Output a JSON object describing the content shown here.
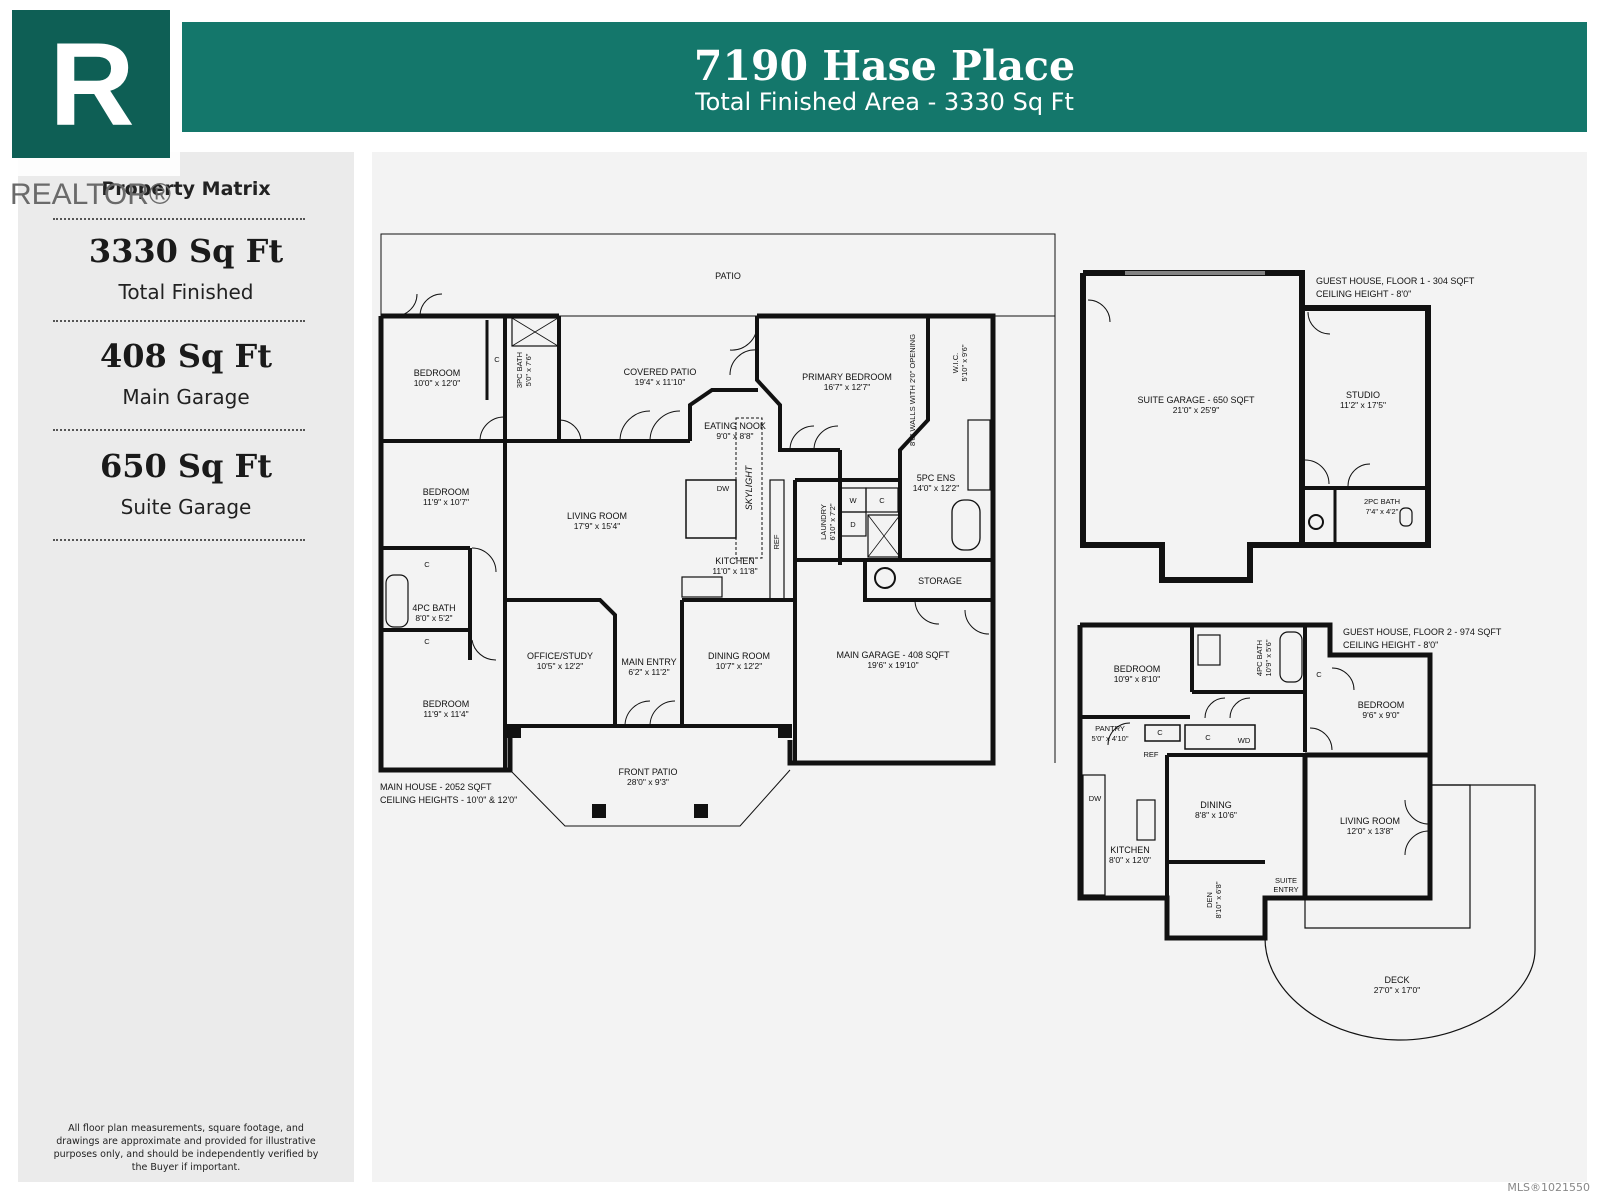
{
  "header": {
    "title": "7190 Hase Place",
    "subtitle": "Total Finished Area - 3330 Sq Ft"
  },
  "logo": {
    "text": "REALTOR®",
    "mark": "R"
  },
  "sidebar": {
    "title": "Property Matrix",
    "stats": [
      {
        "value": "3330 Sq Ft",
        "label": "Total Finished"
      },
      {
        "value": "408 Sq Ft",
        "label": "Main Garage"
      },
      {
        "value": "650 Sq Ft",
        "label": "Suite Garage"
      }
    ],
    "disclaimer": "All floor plan measurements, square footage, and drawings are approximate and provided for illustrative purposes only, and should be independently verified by the Buyer if important."
  },
  "colors": {
    "header": "#14776b",
    "wall": "#111111",
    "sidebar": "#ebebeb",
    "panel": "#f3f3f3",
    "logo": "#0e5f55"
  },
  "main_house": {
    "caption_1": "MAIN HOUSE - 2052 SQFT",
    "caption_2": "CEILING HEIGHTS - 10'0\" & 12'0\"",
    "patio": "PATIO",
    "bedroom_nw": {
      "name": "BEDROOM",
      "dim": "10'0\" x 12'0\""
    },
    "bath_3pc": {
      "name": "3PC BATH",
      "dim": "5'0\" x 7'6\""
    },
    "covered_patio": {
      "name": "COVERED PATIO",
      "dim": "19'4\" x 11'10\""
    },
    "primary_bedroom": {
      "name": "PRIMARY BEDROOM",
      "dim": "16'7\" x 12'7\""
    },
    "walls_note": "8'0\" WALLS WITH 2'0\" OPENING",
    "wic": {
      "name": "W.I.C.",
      "dim": "5'10\" x 9'6\""
    },
    "eating_nook": {
      "name": "EATING NOOK",
      "dim": "9'0\" x 8'8\""
    },
    "skylight": "SKYLIGHT",
    "ens_5pc": {
      "name": "5PC ENS",
      "dim": "14'0\" x 12'2\""
    },
    "bedroom_w": {
      "name": "BEDROOM",
      "dim": "11'9\" x 10'7\""
    },
    "living_room": {
      "name": "LIVING ROOM",
      "dim": "17'9\" x 15'4\""
    },
    "laundry": {
      "name": "LAUNDRY",
      "dim": "6'10\" x 7'2\""
    },
    "kitchen": {
      "name": "KITCHEN",
      "dim": "11'0\" x 11'8\""
    },
    "storage": "STORAGE",
    "bath_4pc": {
      "name": "4PC BATH",
      "dim": "8'0\" x 5'2\""
    },
    "office": {
      "name": "OFFICE/STUDY",
      "dim": "10'5\" x 12'2\""
    },
    "main_entry": {
      "name": "MAIN ENTRY",
      "dim": "6'2\" x 11'2\""
    },
    "dining_room": {
      "name": "DINING ROOM",
      "dim": "10'7\" x 12'2\""
    },
    "main_garage": {
      "name": "MAIN GARAGE - 408 SQFT",
      "dim": "19'6\" x 19'10\""
    },
    "bedroom_sw": {
      "name": "BEDROOM",
      "dim": "11'9\" x 11'4\""
    },
    "front_patio": {
      "name": "FRONT PATIO",
      "dim": "28'0\" x 9'3\""
    },
    "fixtures": {
      "closet": "C",
      "washer": "W",
      "dryer": "D",
      "dishwasher": "DW",
      "fridge": "REF"
    }
  },
  "guest_floor_1": {
    "caption_1": "GUEST HOUSE, FLOOR 1 - 304 SQFT",
    "caption_2": "CEILING HEIGHT - 8'0\"",
    "suite_garage": {
      "name": "SUITE GARAGE - 650 SQFT",
      "dim": "21'0\" x 25'9\""
    },
    "studio": {
      "name": "STUDIO",
      "dim": "11'2\" x 17'5\""
    },
    "bath_2pc": {
      "name": "2PC BATH",
      "dim": "7'4\" x 4'2\""
    }
  },
  "guest_floor_2": {
    "caption_1": "GUEST HOUSE, FLOOR 2 - 974 SQFT",
    "caption_2": "CEILING HEIGHT - 8'0\"",
    "bedroom_w": {
      "name": "BEDROOM",
      "dim": "10'9\" x 8'10\""
    },
    "bath_4pc": {
      "name": "4PC BATH",
      "dim": "10'9\" x 5'6\""
    },
    "bedroom_e": {
      "name": "BEDROOM",
      "dim": "9'6\" x 9'0\""
    },
    "pantry": {
      "name": "PANTRY",
      "dim": "5'0\" x 4'10\""
    },
    "dining": {
      "name": "DINING",
      "dim": "8'8\" x 10'6\""
    },
    "living_room": {
      "name": "LIVING ROOM",
      "dim": "12'0\" x 13'8\""
    },
    "kitchen": {
      "name": "KITCHEN",
      "dim": "8'0\" x 12'0\""
    },
    "den": {
      "name": "DEN",
      "dim": "8'10\" x 6'8\""
    },
    "suite_entry_1": "SUITE",
    "suite_entry_2": "ENTRY",
    "deck": {
      "name": "DECK",
      "dim": "27'0\" x 17'0\""
    },
    "fixtures": {
      "closet": "C",
      "washer_dryer": "WD",
      "fridge": "REF",
      "dishwasher": "DW"
    }
  },
  "footer": {
    "mls": "MLS®1021550"
  }
}
